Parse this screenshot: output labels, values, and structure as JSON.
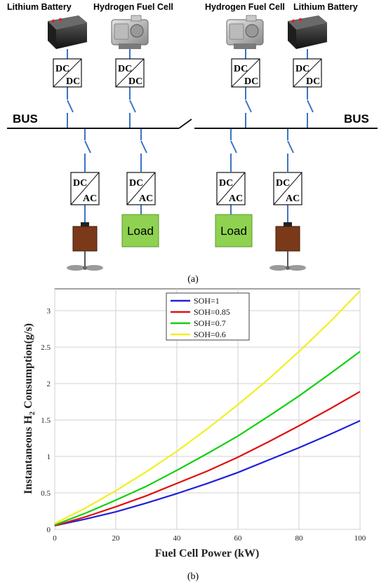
{
  "diagram": {
    "left_group": {
      "battery_label": "Lithium Battery",
      "fuelcell_label": "Hydrogen Fuel Cell"
    },
    "right_group": {
      "fuelcell_label": "Hydrogen Fuel Cell",
      "battery_label": "Lithium Battery"
    },
    "bus_left": "BUS",
    "bus_right": "BUS",
    "converter_dcdc": {
      "top": "DC",
      "bottom": "DC"
    },
    "converter_dcac": {
      "top": "DC",
      "bottom": "AC"
    },
    "load_label": "Load",
    "caption": "(a)",
    "colors": {
      "wire": "#3a74c4",
      "load": "#8fd150",
      "motor": "#7a3a1a"
    }
  },
  "chart_caption": "(b)",
  "chart_data": {
    "type": "line",
    "title": "",
    "xlabel": "Fuel Cell Power (kW)",
    "ylabel_main": "Instantaneous H",
    "ylabel_sub": "2",
    "ylabel_tail": " Consumption(g/s)",
    "xlim": [
      0,
      100
    ],
    "ylim": [
      0,
      3.3
    ],
    "xticks": [
      0,
      20,
      40,
      60,
      80,
      100
    ],
    "yticks": [
      0,
      0.5,
      1,
      1.5,
      2,
      2.5,
      3
    ],
    "grid": true,
    "legend_position": "top-center",
    "x": [
      0,
      10,
      20,
      30,
      40,
      50,
      60,
      70,
      80,
      90,
      100
    ],
    "series": [
      {
        "name": "SOH=1",
        "color": "#2020d8",
        "values": [
          0.05,
          0.14,
          0.24,
          0.36,
          0.49,
          0.63,
          0.78,
          0.95,
          1.12,
          1.3,
          1.49
        ]
      },
      {
        "name": "SOH=0.85",
        "color": "#e01010",
        "values": [
          0.05,
          0.17,
          0.31,
          0.46,
          0.63,
          0.8,
          0.99,
          1.2,
          1.42,
          1.65,
          1.89
        ]
      },
      {
        "name": "SOH=0.7",
        "color": "#10d010",
        "values": [
          0.06,
          0.22,
          0.4,
          0.59,
          0.81,
          1.04,
          1.28,
          1.55,
          1.83,
          2.13,
          2.44
        ]
      },
      {
        "name": "SOH=0.6",
        "color": "#f0f020",
        "values": [
          0.08,
          0.29,
          0.53,
          0.79,
          1.07,
          1.38,
          1.71,
          2.06,
          2.44,
          2.84,
          3.27
        ]
      }
    ]
  }
}
